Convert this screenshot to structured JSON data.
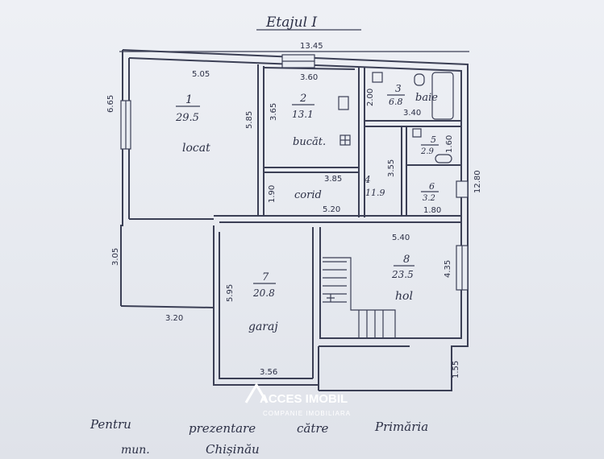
{
  "title": "Etajul I",
  "dims": {
    "overall_width": "13.45",
    "overall_height": "12.80",
    "left_top": "6.65",
    "left_lower": "3.05",
    "room1_top": "5.05",
    "room1_side": "5.85",
    "room2_top": "3.60",
    "room2_side": "3.65",
    "bath_side": "2.00",
    "bath_bottom": "3.40",
    "room5_side": "1.60",
    "room6_bottom": "1.80",
    "corridor_side": "1.90",
    "corridor_top": "3.85",
    "corridor_right": "3.55",
    "corridor_bottom": "5.20",
    "hol_top": "5.40",
    "hol_side": "4.35",
    "garaj_side": "5.95",
    "garaj_bottom": "3.56",
    "annex_bottom": "3.20",
    "bottom_right": "1.55"
  },
  "rooms": [
    {
      "num": "1",
      "area": "29.5",
      "name": "locat"
    },
    {
      "num": "2",
      "area": "13.1",
      "name": "bucăt."
    },
    {
      "num": "3",
      "area": "6.8",
      "name": "baie"
    },
    {
      "num": "4",
      "area": "11.9",
      "name": "corid"
    },
    {
      "num": "5",
      "area": "2.9",
      "name": ""
    },
    {
      "num": "6",
      "area": "3.2",
      "name": ""
    },
    {
      "num": "7",
      "area": "20.8",
      "name": "garaj"
    },
    {
      "num": "8",
      "area": "23.5",
      "name": "hol"
    }
  ],
  "footer": {
    "line1a": "Pentru",
    "line1b": "prezentare",
    "line1c": "către",
    "line1d": "Primăria",
    "line2a": "mun.",
    "line2b": "Chișinău"
  },
  "logo": {
    "name": "ACCES IMOBIL",
    "tagline": "COMPANIE IMOBILIARA"
  }
}
